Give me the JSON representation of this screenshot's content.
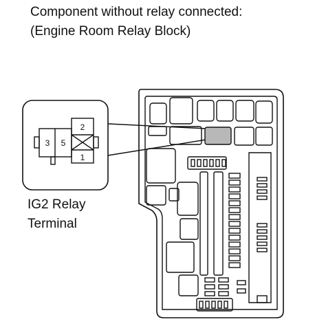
{
  "caption": {
    "line1": "Component without relay connected:",
    "line2": "(Engine Room Relay Block)"
  },
  "relay_label": {
    "line1": "IG2 Relay",
    "line2": "Terminal"
  },
  "terminals": {
    "t1": "1",
    "t2": "2",
    "t3": "3",
    "t5": "5"
  },
  "colors": {
    "highlight": "#b8b8b8",
    "line": "#111111"
  }
}
